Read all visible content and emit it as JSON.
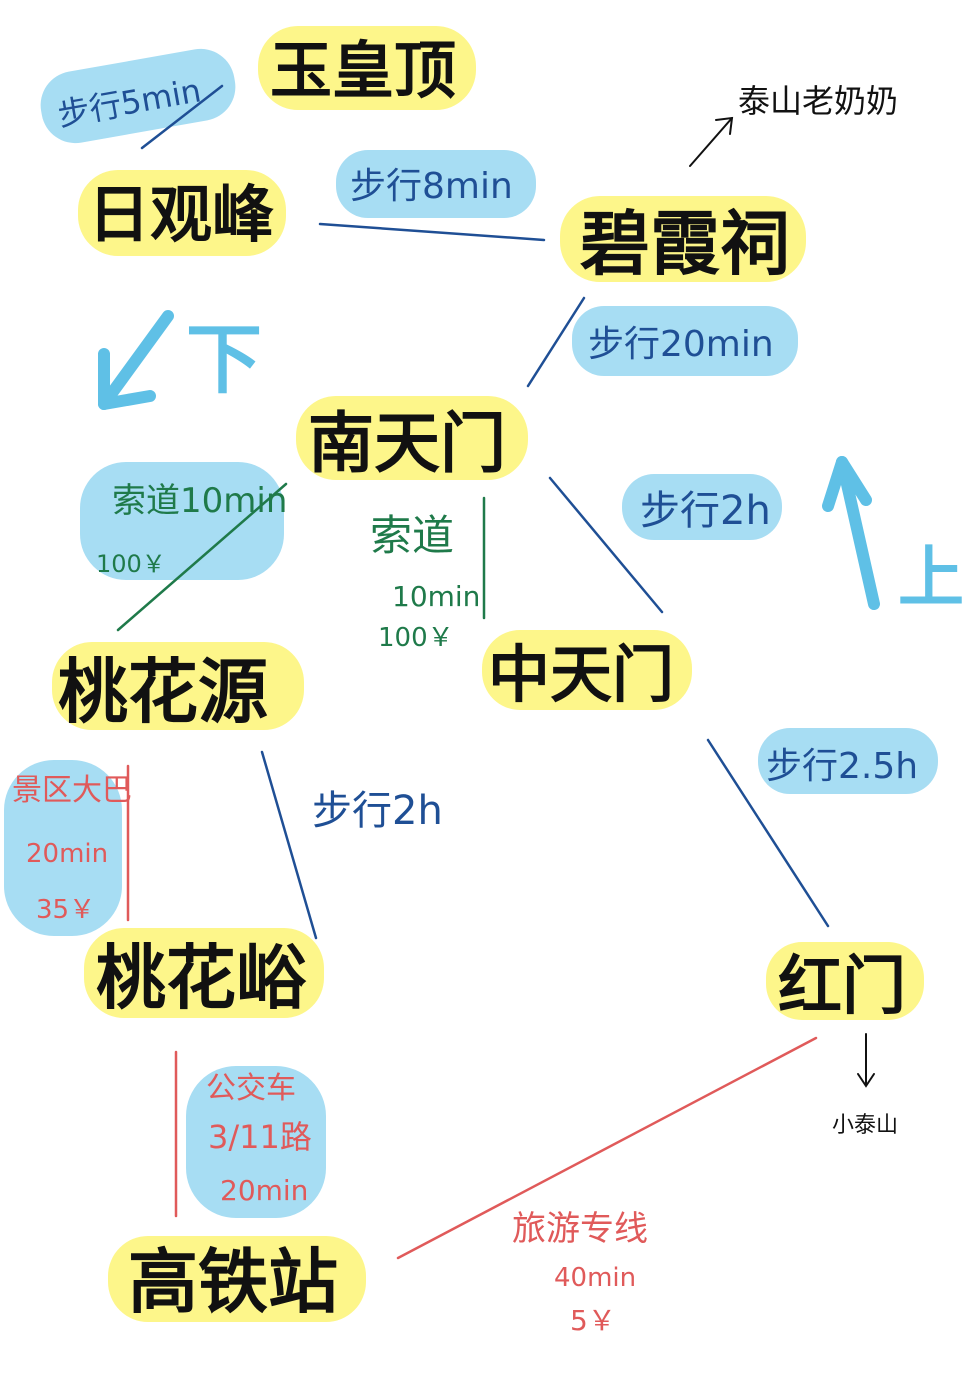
{
  "places": {
    "yuhuangding": "玉皇顶",
    "riguanfeng": "日观峰",
    "bixiaci": "碧霞祠",
    "nantianmen": "南天门",
    "taohuayuan": "桃花源",
    "zhongtianmen": "中天门",
    "taohuayu": "桃花峪",
    "hongmen": "红门",
    "gaotiezhan": "高铁站"
  },
  "routes": {
    "yuhuangding_riguanfeng": "步行5min",
    "riguanfeng_bixiaci": "步行8min",
    "bixiaci_nantianmen": "步行20min",
    "nantianmen_taohuayuan": {
      "mode": "索道10min",
      "price": "100￥"
    },
    "nantianmen_taohuayu_cable": {
      "mode": "索道",
      "time": "10min",
      "price": "100￥"
    },
    "nantianmen_zhongtianmen": "步行2h",
    "zhongtianmen_hongmen": "步行2.5h",
    "taohuayuan_taohuayu_walk": "步行2h",
    "taohuayuan_taohuayu_bus": {
      "mode": "景区大巴",
      "time": "20min",
      "price": "35￥"
    },
    "taohuayu_gaotie": {
      "mode": "公交车",
      "line": "3/11路",
      "time": "20min"
    },
    "hongmen_gaotie": {
      "mode": "旅游专线",
      "time": "40min",
      "price": "5￥"
    }
  },
  "side_notes": {
    "bixiaci_note": "泰山老奶奶",
    "hongmen_note": "小泰山"
  },
  "direction": {
    "down": "下",
    "up": "上"
  },
  "colors": {
    "highlight_yellow": "#fdf68a",
    "highlight_blue": "#a7ddf3",
    "walk_blue": "#1f4f95",
    "cable_green": "#1f7a4a",
    "bus_red": "#e05a5a",
    "arrow_cyan": "#5fc0e6"
  }
}
